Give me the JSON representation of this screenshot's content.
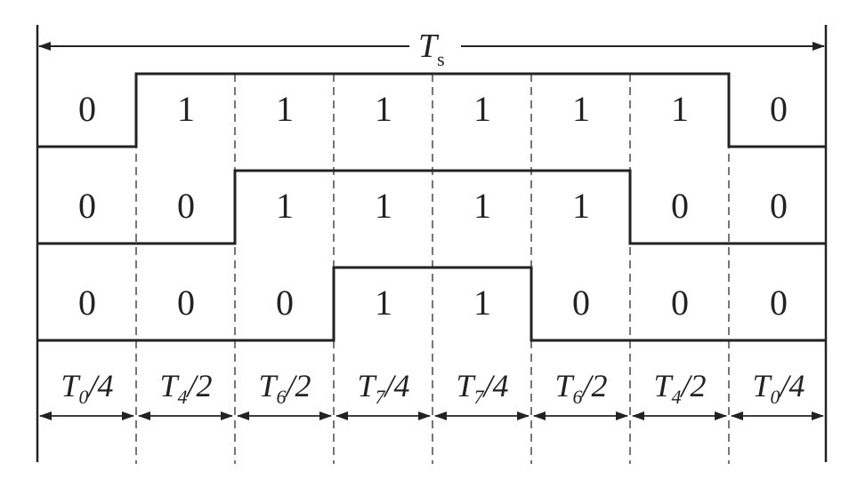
{
  "period": {
    "symbol": "T",
    "subscript": "s"
  },
  "rows": [
    {
      "bits": [
        "0",
        "1",
        "1",
        "1",
        "1",
        "1",
        "1",
        "0"
      ]
    },
    {
      "bits": [
        "0",
        "0",
        "1",
        "1",
        "1",
        "1",
        "0",
        "0"
      ]
    },
    {
      "bits": [
        "0",
        "0",
        "0",
        "1",
        "1",
        "0",
        "0",
        "0"
      ]
    }
  ],
  "intervals": [
    {
      "symbol": "T",
      "sub": "0",
      "divisor": "/4"
    },
    {
      "symbol": "T",
      "sub": "4",
      "divisor": "/2"
    },
    {
      "symbol": "T",
      "sub": "6",
      "divisor": "/2"
    },
    {
      "symbol": "T",
      "sub": "7",
      "divisor": "/4"
    },
    {
      "symbol": "T",
      "sub": "7",
      "divisor": "/4"
    },
    {
      "symbol": "T",
      "sub": "6",
      "divisor": "/2"
    },
    {
      "symbol": "T",
      "sub": "4",
      "divisor": "/2"
    },
    {
      "symbol": "T",
      "sub": "0",
      "divisor": "/4"
    }
  ],
  "colors": {
    "ink": "#222222",
    "dash": "#555555"
  }
}
